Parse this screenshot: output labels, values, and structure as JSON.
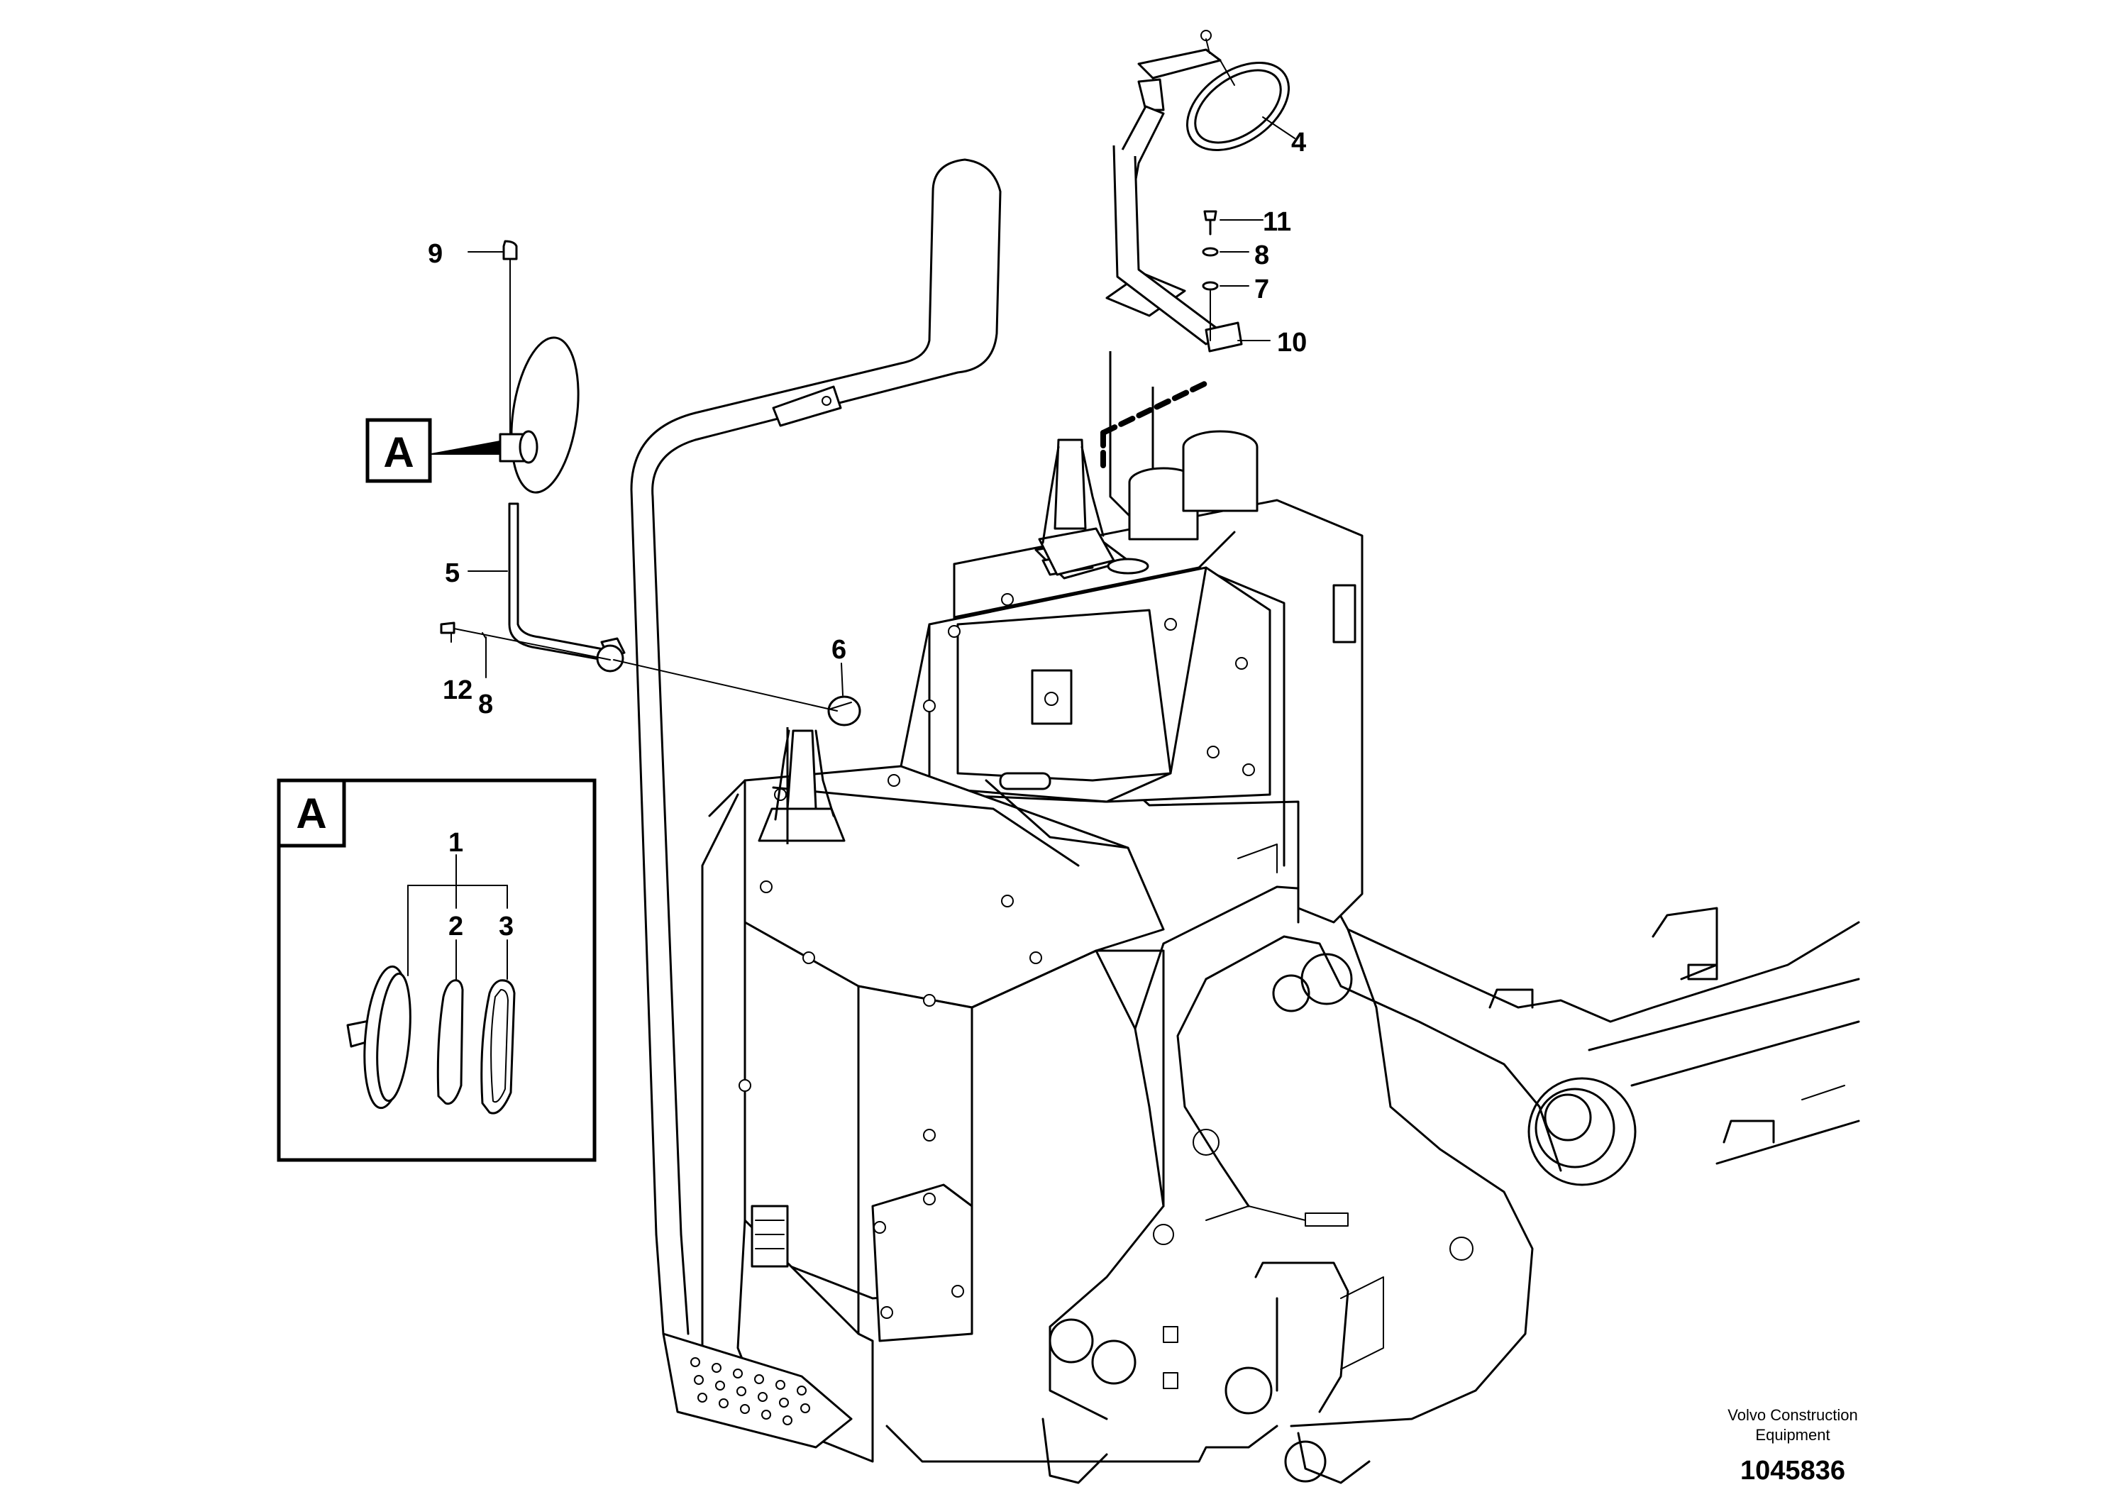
{
  "diagram": {
    "callouts": [
      "1",
      "2",
      "3",
      "4",
      "5",
      "6",
      "7",
      "8",
      "8",
      "9",
      "10",
      "11",
      "12"
    ],
    "view_box_label": "A",
    "detail_box_label": "A",
    "credit_line1": "Volvo Construction",
    "credit_line2": "Equipment",
    "drawing_number": "1045836"
  }
}
